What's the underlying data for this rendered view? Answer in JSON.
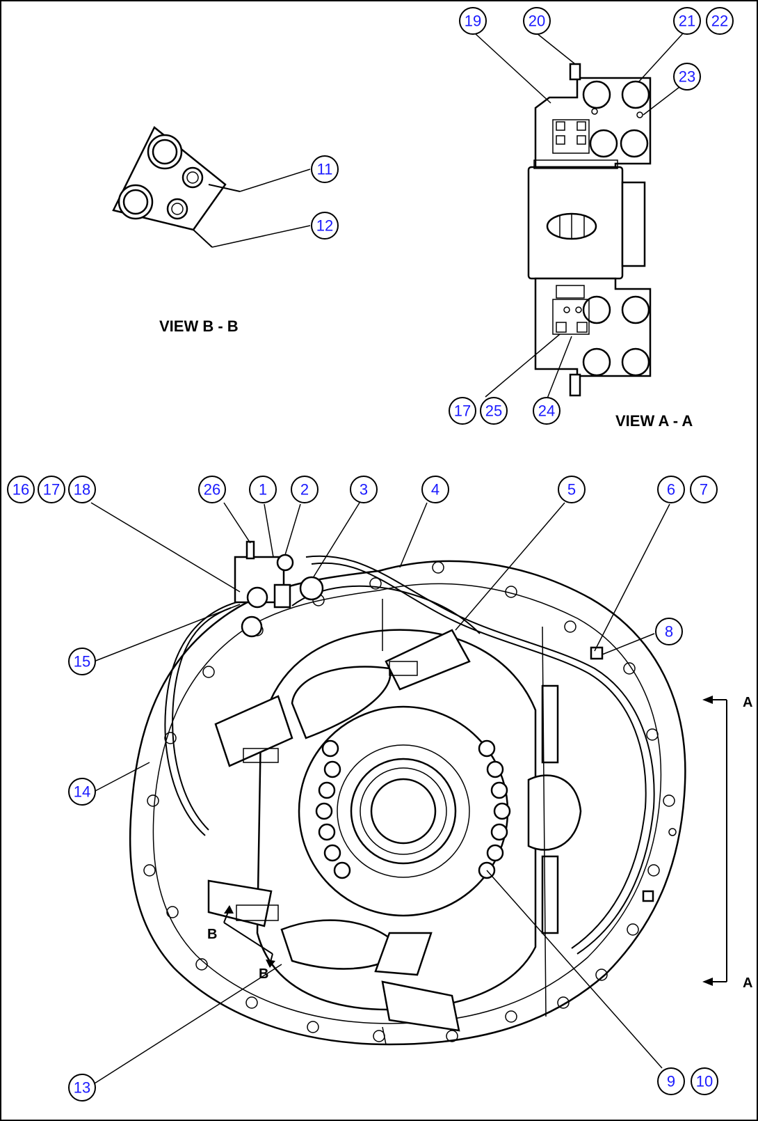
{
  "colors": {
    "callout_text": "#1a1aff",
    "line": "#000000",
    "background": "#ffffff"
  },
  "views": {
    "view_b": "VIEW B - B",
    "view_a": "VIEW A - A"
  },
  "section_marks": {
    "a_top": "A",
    "a_bottom": "A",
    "b_left": "B",
    "b_bottom": "B"
  },
  "callouts": {
    "c1": "1",
    "c2": "2",
    "c3": "3",
    "c4": "4",
    "c5": "5",
    "c6": "6",
    "c7": "7",
    "c8": "8",
    "c9": "9",
    "c10": "10",
    "c11": "11",
    "c12": "12",
    "c13": "13",
    "c14": "14",
    "c15": "15",
    "c16": "16",
    "c17a": "17",
    "c17b": "17",
    "c18": "18",
    "c19": "19",
    "c20": "20",
    "c21": "21",
    "c22": "22",
    "c23": "23",
    "c24": "24",
    "c25": "25",
    "c26": "26"
  }
}
